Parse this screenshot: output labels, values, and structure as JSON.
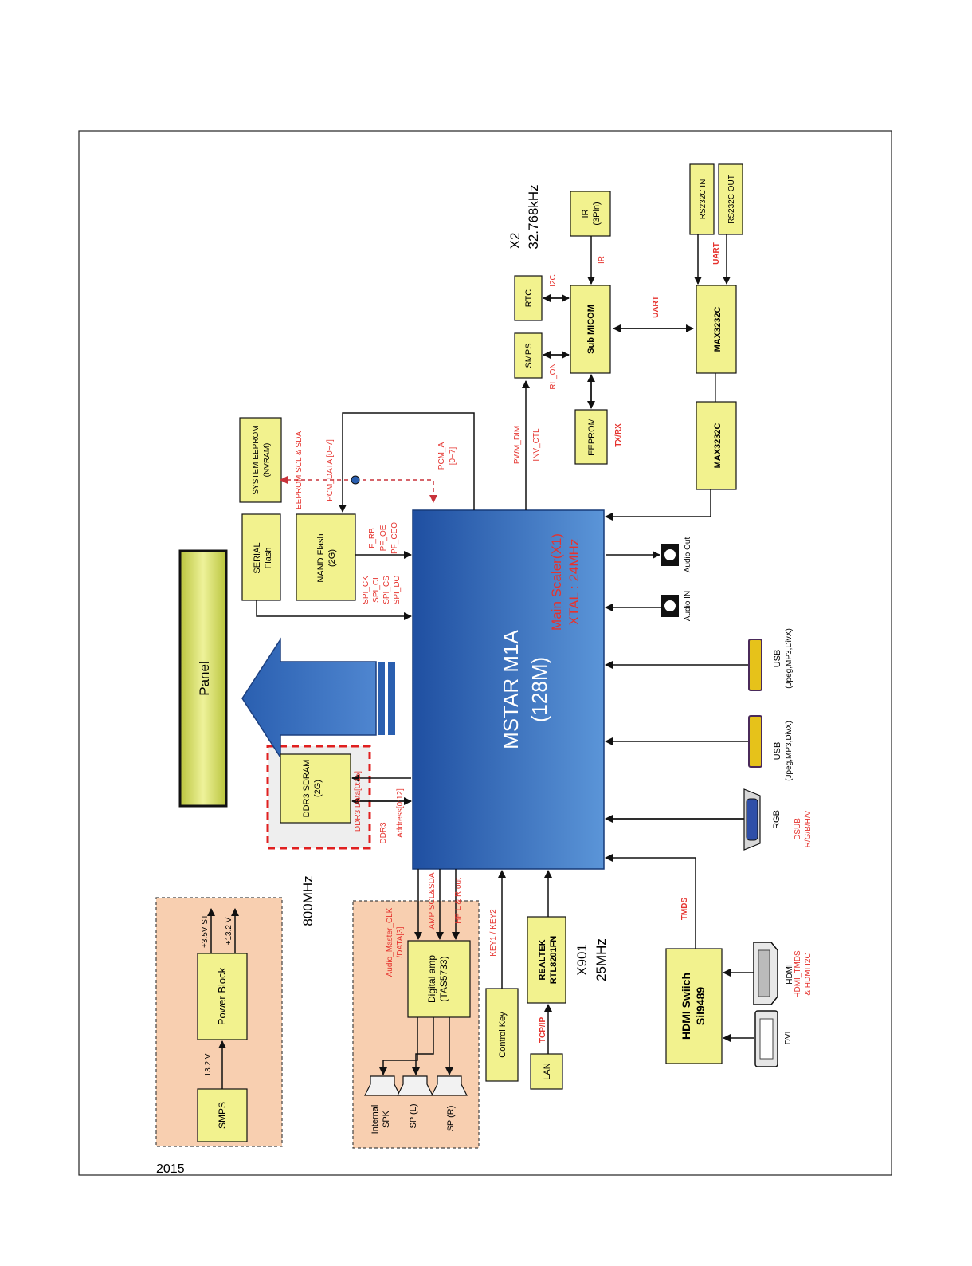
{
  "page_year": "2015",
  "colors": {
    "block_fill": "#f2f28e",
    "panel_fill": "#c8d24a",
    "main_chip_dark": "#1f4fa1",
    "main_chip_light": "#5b95d8",
    "peach_region": "#f8cfb0",
    "signal_red": "#e5322d",
    "ddr_highlight": "#e02020",
    "line": "#111111"
  },
  "main_chip": {
    "name": "MSTAR M1A",
    "memory": "(128M)",
    "role": "Main Scaler(X1)",
    "crystal": "XTAL : 24MHz"
  },
  "blocks": {
    "panel": "Panel",
    "serial_flash": [
      "SERIAL",
      "Flash"
    ],
    "nand_flash": [
      "NAND Flash",
      "(2G)"
    ],
    "system_eeprom": [
      "SYSTEM EEPROM",
      "(NVRAM)"
    ],
    "ddr3": [
      "DDR3 SDRAM",
      "(2G)"
    ],
    "smps_power": "SMPS",
    "power_block": "Power Block",
    "digital_amp": [
      "Digital amp",
      "(TAS5733)"
    ],
    "control_key": "Control Key",
    "realtek": [
      "REALTEK",
      "RTL8201FN"
    ],
    "lan": "LAN",
    "hdmi_switch": [
      "HDMI Swiich",
      "SiI9489"
    ],
    "smps_sub": "SMPS",
    "rtc": "RTC",
    "sub_micom": "Sub MICOM",
    "eeprom": "EEPROM",
    "ir_receiver": [
      "IR",
      "(3Pin)"
    ],
    "max3232_top": "MAX3232C",
    "max3232_bottom": "MAX3232C",
    "rs232_in": "RS232C IN",
    "rs232_out": "RS232C OUT"
  },
  "speakers": {
    "internal": [
      "Internal",
      "SPK"
    ],
    "left": "SP (L)",
    "right": "SP (R)"
  },
  "connectors": {
    "audio_out": "Audio Out",
    "audio_in": "Audio IN",
    "usb1": [
      "USB",
      "(Jpeg,MP3,DivX)"
    ],
    "usb2": [
      "USB",
      "(Jpeg,MP3,DivX)"
    ],
    "rgb": "RGB",
    "hdmi": "HDMI",
    "dvi": "DVI"
  },
  "signals": {
    "eeprom_bus": "EEPROM SCL & SDA",
    "pcm_data": "PCM_DATA [0~7]",
    "pcm_a": [
      "PCM_A",
      "[0~7]"
    ],
    "nand_ctrl": [
      "F_RB",
      "PF_OE",
      "PF_CEO"
    ],
    "spi": [
      "SPI_CK",
      "SPI_CI",
      "SPI_CS",
      "SPI_DO"
    ],
    "ddr_data": "DDR3 Data[0:15]",
    "ddr_addr": [
      "DDR3",
      "Address[0:12]"
    ],
    "ddr_freq": "800MHz",
    "audio_clk": [
      "Audio_Master_CLK",
      "/DATA[3]"
    ],
    "amp_i2c": "AMP SCL&SDA",
    "hp_out": "HP L & R out",
    "key": "KEY1 / KEY2",
    "tcpip": "TCP/IP",
    "x901": [
      "X901",
      "25MHz"
    ],
    "tmds": "TMDS",
    "hdmi_sig": [
      "HDMI_TMDS",
      "& HDMI I2C"
    ],
    "dsub": [
      "DSUB",
      "R/G/B/H/V"
    ],
    "pwm_dim": "PWM_DIM",
    "inv_ctl": "INV_CTL",
    "rl_on": "RL_ON",
    "i2c": "I2C",
    "x2": [
      "X2",
      "32.768kHz"
    ],
    "ir": "IR",
    "uart_top": "UART",
    "uart_mid": "UART",
    "txrx": "TX/RX",
    "v13_2": "13.2 V",
    "v3_5st": "+3.5V ST",
    "v13_2p": "+13.2 V"
  }
}
